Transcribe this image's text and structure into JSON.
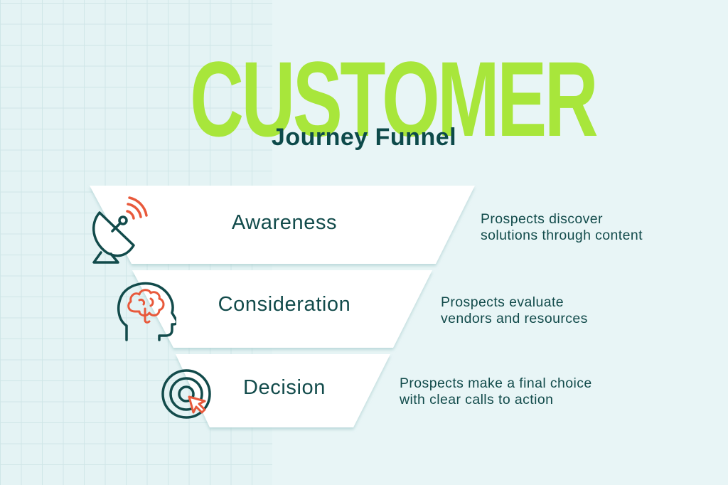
{
  "title": {
    "main": "CUSTOMER",
    "sub": "Journey Funnel"
  },
  "colors": {
    "background": "#e8f5f6",
    "accent_green": "#a8e63b",
    "dark_teal": "#0d4a4a",
    "icon_orange": "#e8593b",
    "stage_fill": "#ffffff"
  },
  "stages": [
    {
      "label": "Awareness",
      "line1": "Prospects discover",
      "line2": "solutions through content",
      "icon": "satellite-dish-icon"
    },
    {
      "label": "Consideration",
      "line1": "Prospects evaluate",
      "line2": "vendors and resources",
      "icon": "brain-head-icon"
    },
    {
      "label": "Decision",
      "line1": "Prospects make a final choice",
      "line2": "with clear calls to action",
      "icon": "target-click-icon"
    }
  ]
}
